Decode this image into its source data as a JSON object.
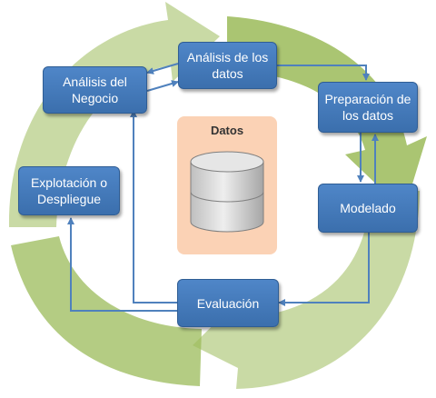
{
  "phases": {
    "business_analysis": "Análisis del Negocio",
    "data_analysis": "Análisis de los datos",
    "data_preparation": "Preparación de los datos",
    "modeling": "Modelado",
    "evaluation": "Evaluación",
    "deployment": "Explotación o Despliegue"
  },
  "data_store": {
    "label": "Datos"
  },
  "colors": {
    "box_fill": "#4a7ebb",
    "arrow": "#4f81bd",
    "cycle_light": "#c3d69b",
    "cycle_dark": "#9bbb59",
    "data_panel": "#fbd2b5",
    "database": "#d9d9d9"
  }
}
